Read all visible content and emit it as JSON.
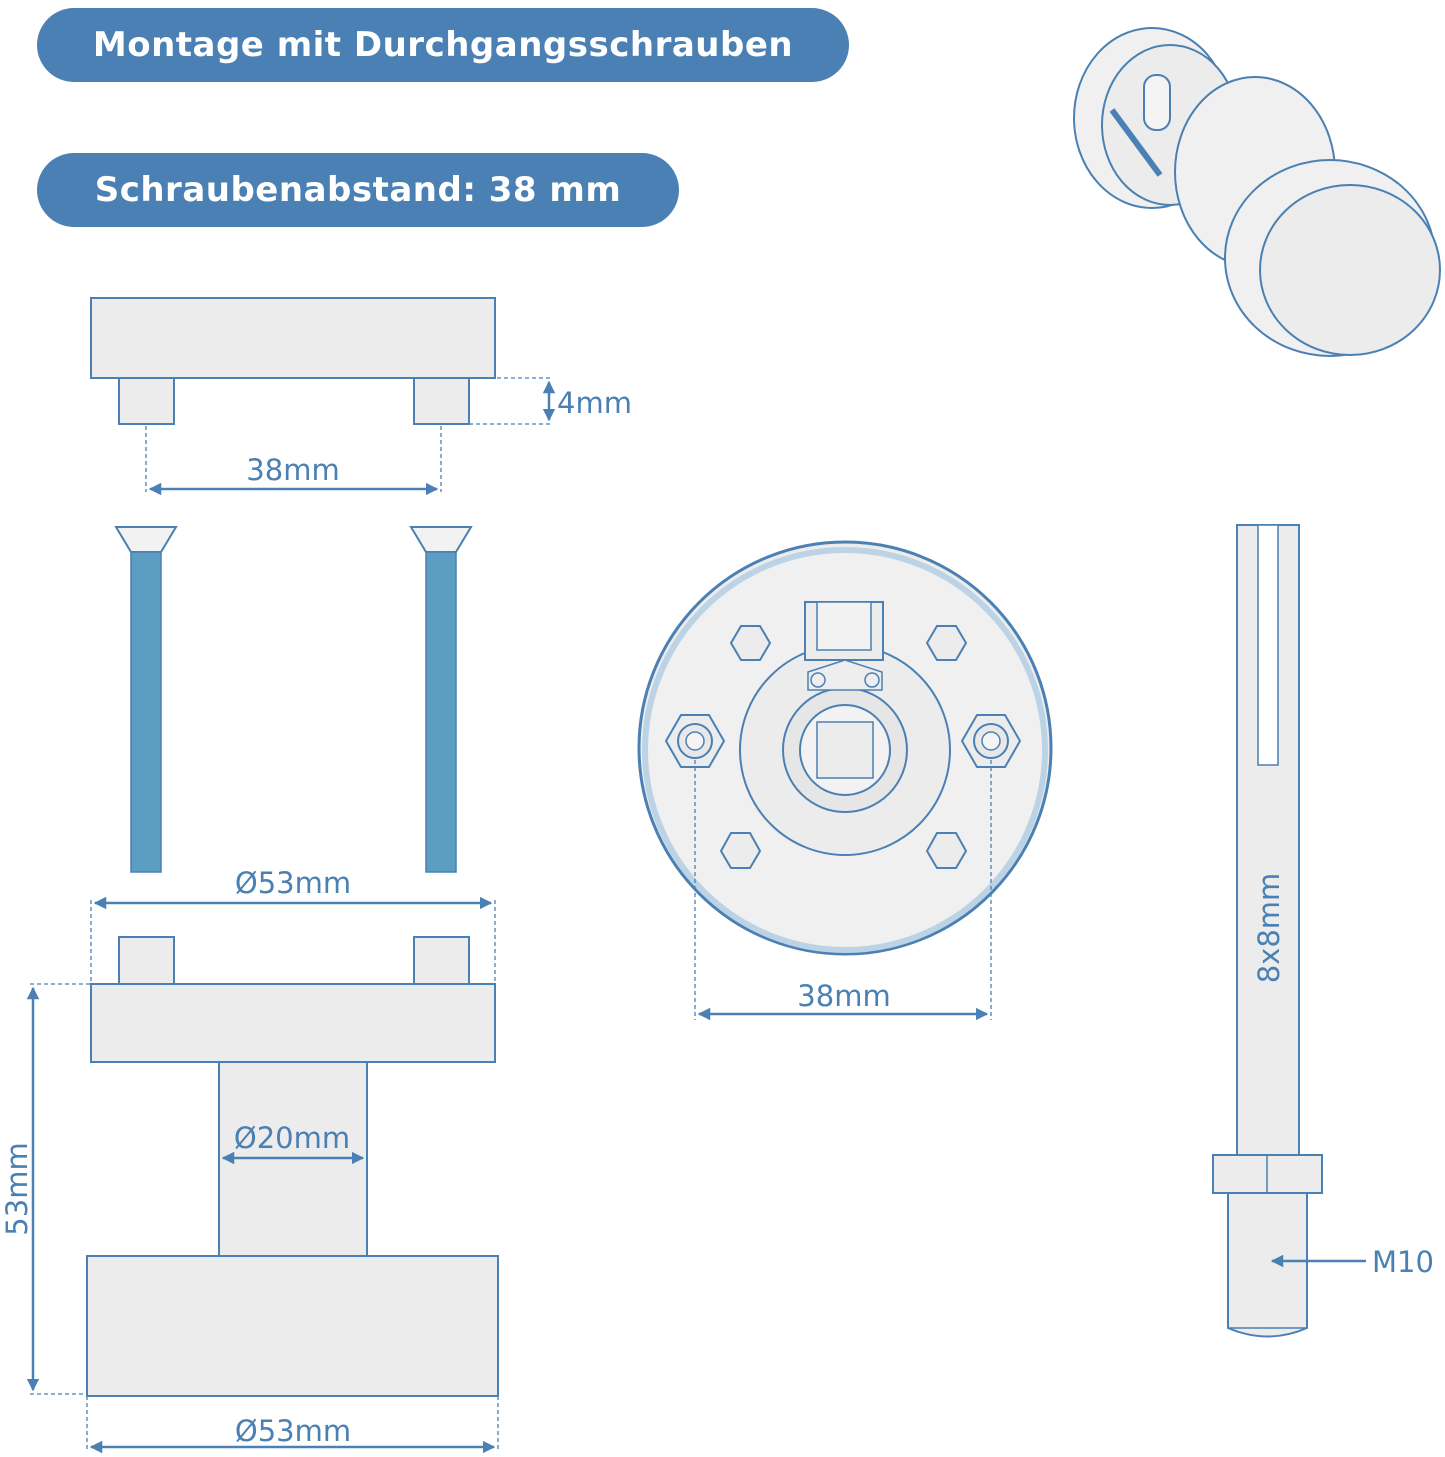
{
  "badges": {
    "mounting": "Montage mit Durchgangsschrauben",
    "spacing": "Schraubenabstand: 38 mm"
  },
  "dimensions": {
    "depth_4": "4mm",
    "spacing_top": "38mm",
    "rose_diameter_top": "Ø53mm",
    "height_53": "53mm",
    "neck_diameter": "Ø20mm",
    "knob_diameter": "Ø53mm",
    "spacing_rose": "38mm",
    "spindle_square": "8x8mm",
    "thread": "M10"
  },
  "colors": {
    "accent": "#4a80b3",
    "screw": "#5b9dc3",
    "part_fill": "#ececec"
  },
  "icons": [
    "knob-3d-icon",
    "rose-front-view-icon",
    "screw-icon",
    "spindle-icon"
  ]
}
